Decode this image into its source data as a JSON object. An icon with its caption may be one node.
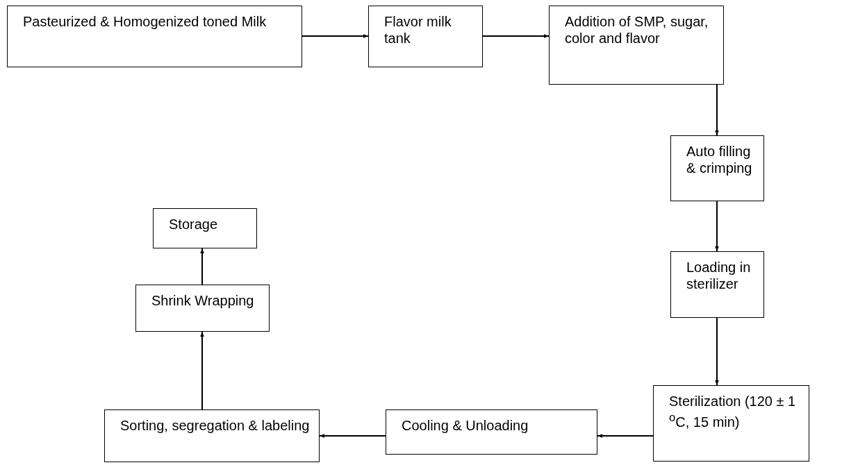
{
  "diagram": {
    "nodes": [
      {
        "text": [
          "Pasteurized & Homogenized toned Milk"
        ]
      },
      {
        "text": [
          "Flavor milk tank"
        ]
      },
      {
        "text": [
          "Addition of SMP, sugar, color and flavor"
        ]
      },
      {
        "text": [
          "Auto filling & crimping"
        ]
      },
      {
        "text": [
          "Loading in sterilizer"
        ]
      },
      {
        "text": [
          "Sterilization (120 ± 1 $^{o}$C, 15 min)"
        ]
      },
      {
        "text": [
          "Cooling & Unloading"
        ]
      },
      {
        "text": [
          "Sorting, segregation & labeling"
        ]
      },
      {
        "text": [
          "Shrink Wrapping"
        ]
      },
      {
        "text": [
          "Storage"
        ]
      }
    ],
    "edges": [
      {
        "from": 0,
        "to": 1,
        "arrow": "to"
      },
      {
        "from": 1,
        "to": 2,
        "arrow": "to"
      },
      {
        "from": 2,
        "to": 3,
        "arrow": "to"
      },
      {
        "from": 3,
        "to": 4,
        "arrow": "to"
      },
      {
        "from": 4,
        "to": 5,
        "arrow": "to"
      },
      {
        "from": 5,
        "to": 6,
        "arrow": "to"
      },
      {
        "from": 6,
        "to": 7,
        "arrow": "to"
      },
      {
        "from": 7,
        "to": 8,
        "arrow": "to"
      },
      {
        "from": 8,
        "to": 9,
        "arrow": "to"
      }
    ]
  }
}
